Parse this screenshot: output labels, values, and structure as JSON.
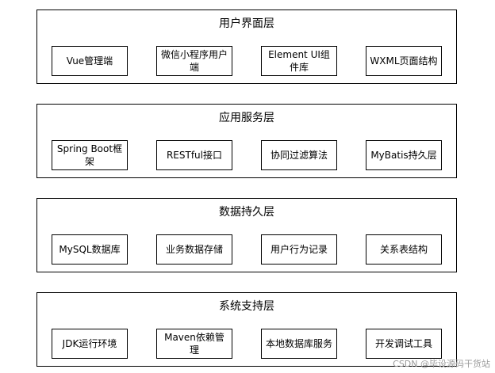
{
  "layers": [
    {
      "title": "用户界面层",
      "modules": [
        "Vue管理端",
        "微信小程序用户端",
        "Element UI组件库",
        "WXML页面结构"
      ]
    },
    {
      "title": "应用服务层",
      "modules": [
        "Spring Boot框架",
        "RESTful接口",
        "协同过滤算法",
        "MyBatis持久层"
      ]
    },
    {
      "title": "数据持久层",
      "modules": [
        "MySQL数据库",
        "业务数据存储",
        "用户行为记录",
        "关系表结构"
      ]
    },
    {
      "title": "系统支持层",
      "modules": [
        "JDK运行环境",
        "Maven依赖管理",
        "本地数据库服务",
        "开发调试工具"
      ]
    }
  ],
  "watermark": "CSDN @毕设源码干货站"
}
